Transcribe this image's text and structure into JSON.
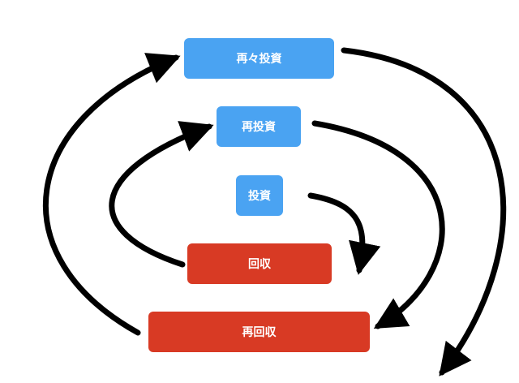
{
  "nodes": {
    "saisai_toshi": {
      "label": "再々投資",
      "color": "#4aa3f2"
    },
    "sai_toshi": {
      "label": "再投資",
      "color": "#4aa3f2"
    },
    "toshi": {
      "label": "投資",
      "color": "#4aa3f2"
    },
    "kaishu": {
      "label": "回収",
      "color": "#d83a24"
    },
    "sai_kaishu": {
      "label": "再回収",
      "color": "#d83a24"
    }
  },
  "edges": [
    {
      "from": "toshi",
      "to": "kaishu"
    },
    {
      "from": "kaishu",
      "to": "sai_toshi"
    },
    {
      "from": "sai_toshi",
      "to": "sai_kaishu"
    },
    {
      "from": "sai_kaishu",
      "to": "saisai_toshi"
    },
    {
      "from": "saisai_toshi",
      "to": "offscreen-bottom"
    }
  ]
}
